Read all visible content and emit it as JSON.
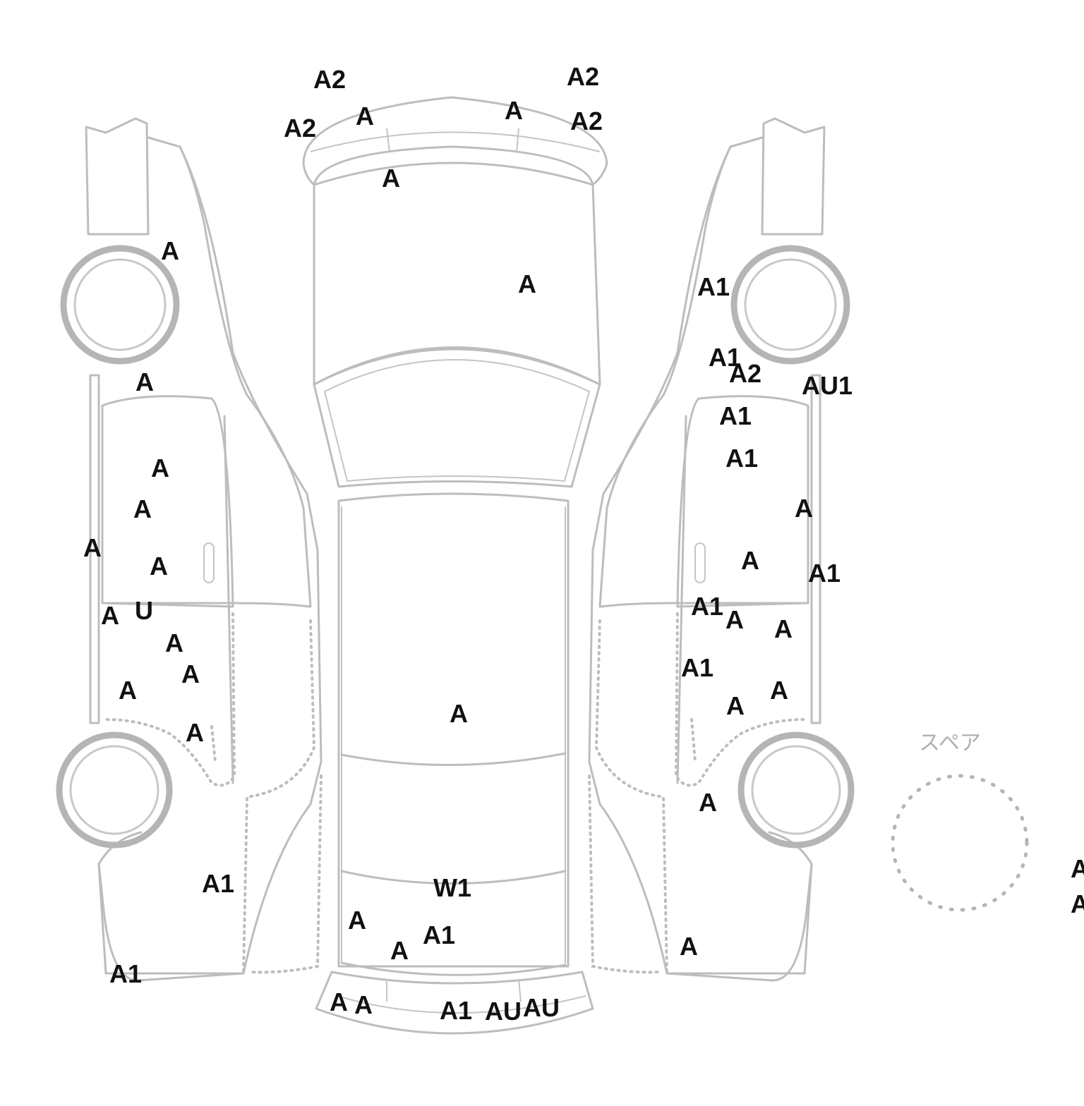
{
  "spare_label": "スペア",
  "damage_codes": [
    "A2",
    "A2",
    "A",
    "A",
    "A2",
    "A2",
    "A",
    "A",
    "A",
    "A1",
    "A1",
    "A2",
    "AU1",
    "A1",
    "A1",
    "A",
    "A",
    "A",
    "A",
    "A",
    "U",
    "A",
    "A",
    "A",
    "A",
    "A",
    "A",
    "A",
    "A1",
    "A1",
    "A",
    "A",
    "A1",
    "A",
    "A",
    "A",
    "A",
    "A1",
    "A1",
    "W1",
    "A",
    "A",
    "A1",
    "A",
    "A",
    "A",
    "A1",
    "AU",
    "AU",
    "A",
    "A"
  ]
}
